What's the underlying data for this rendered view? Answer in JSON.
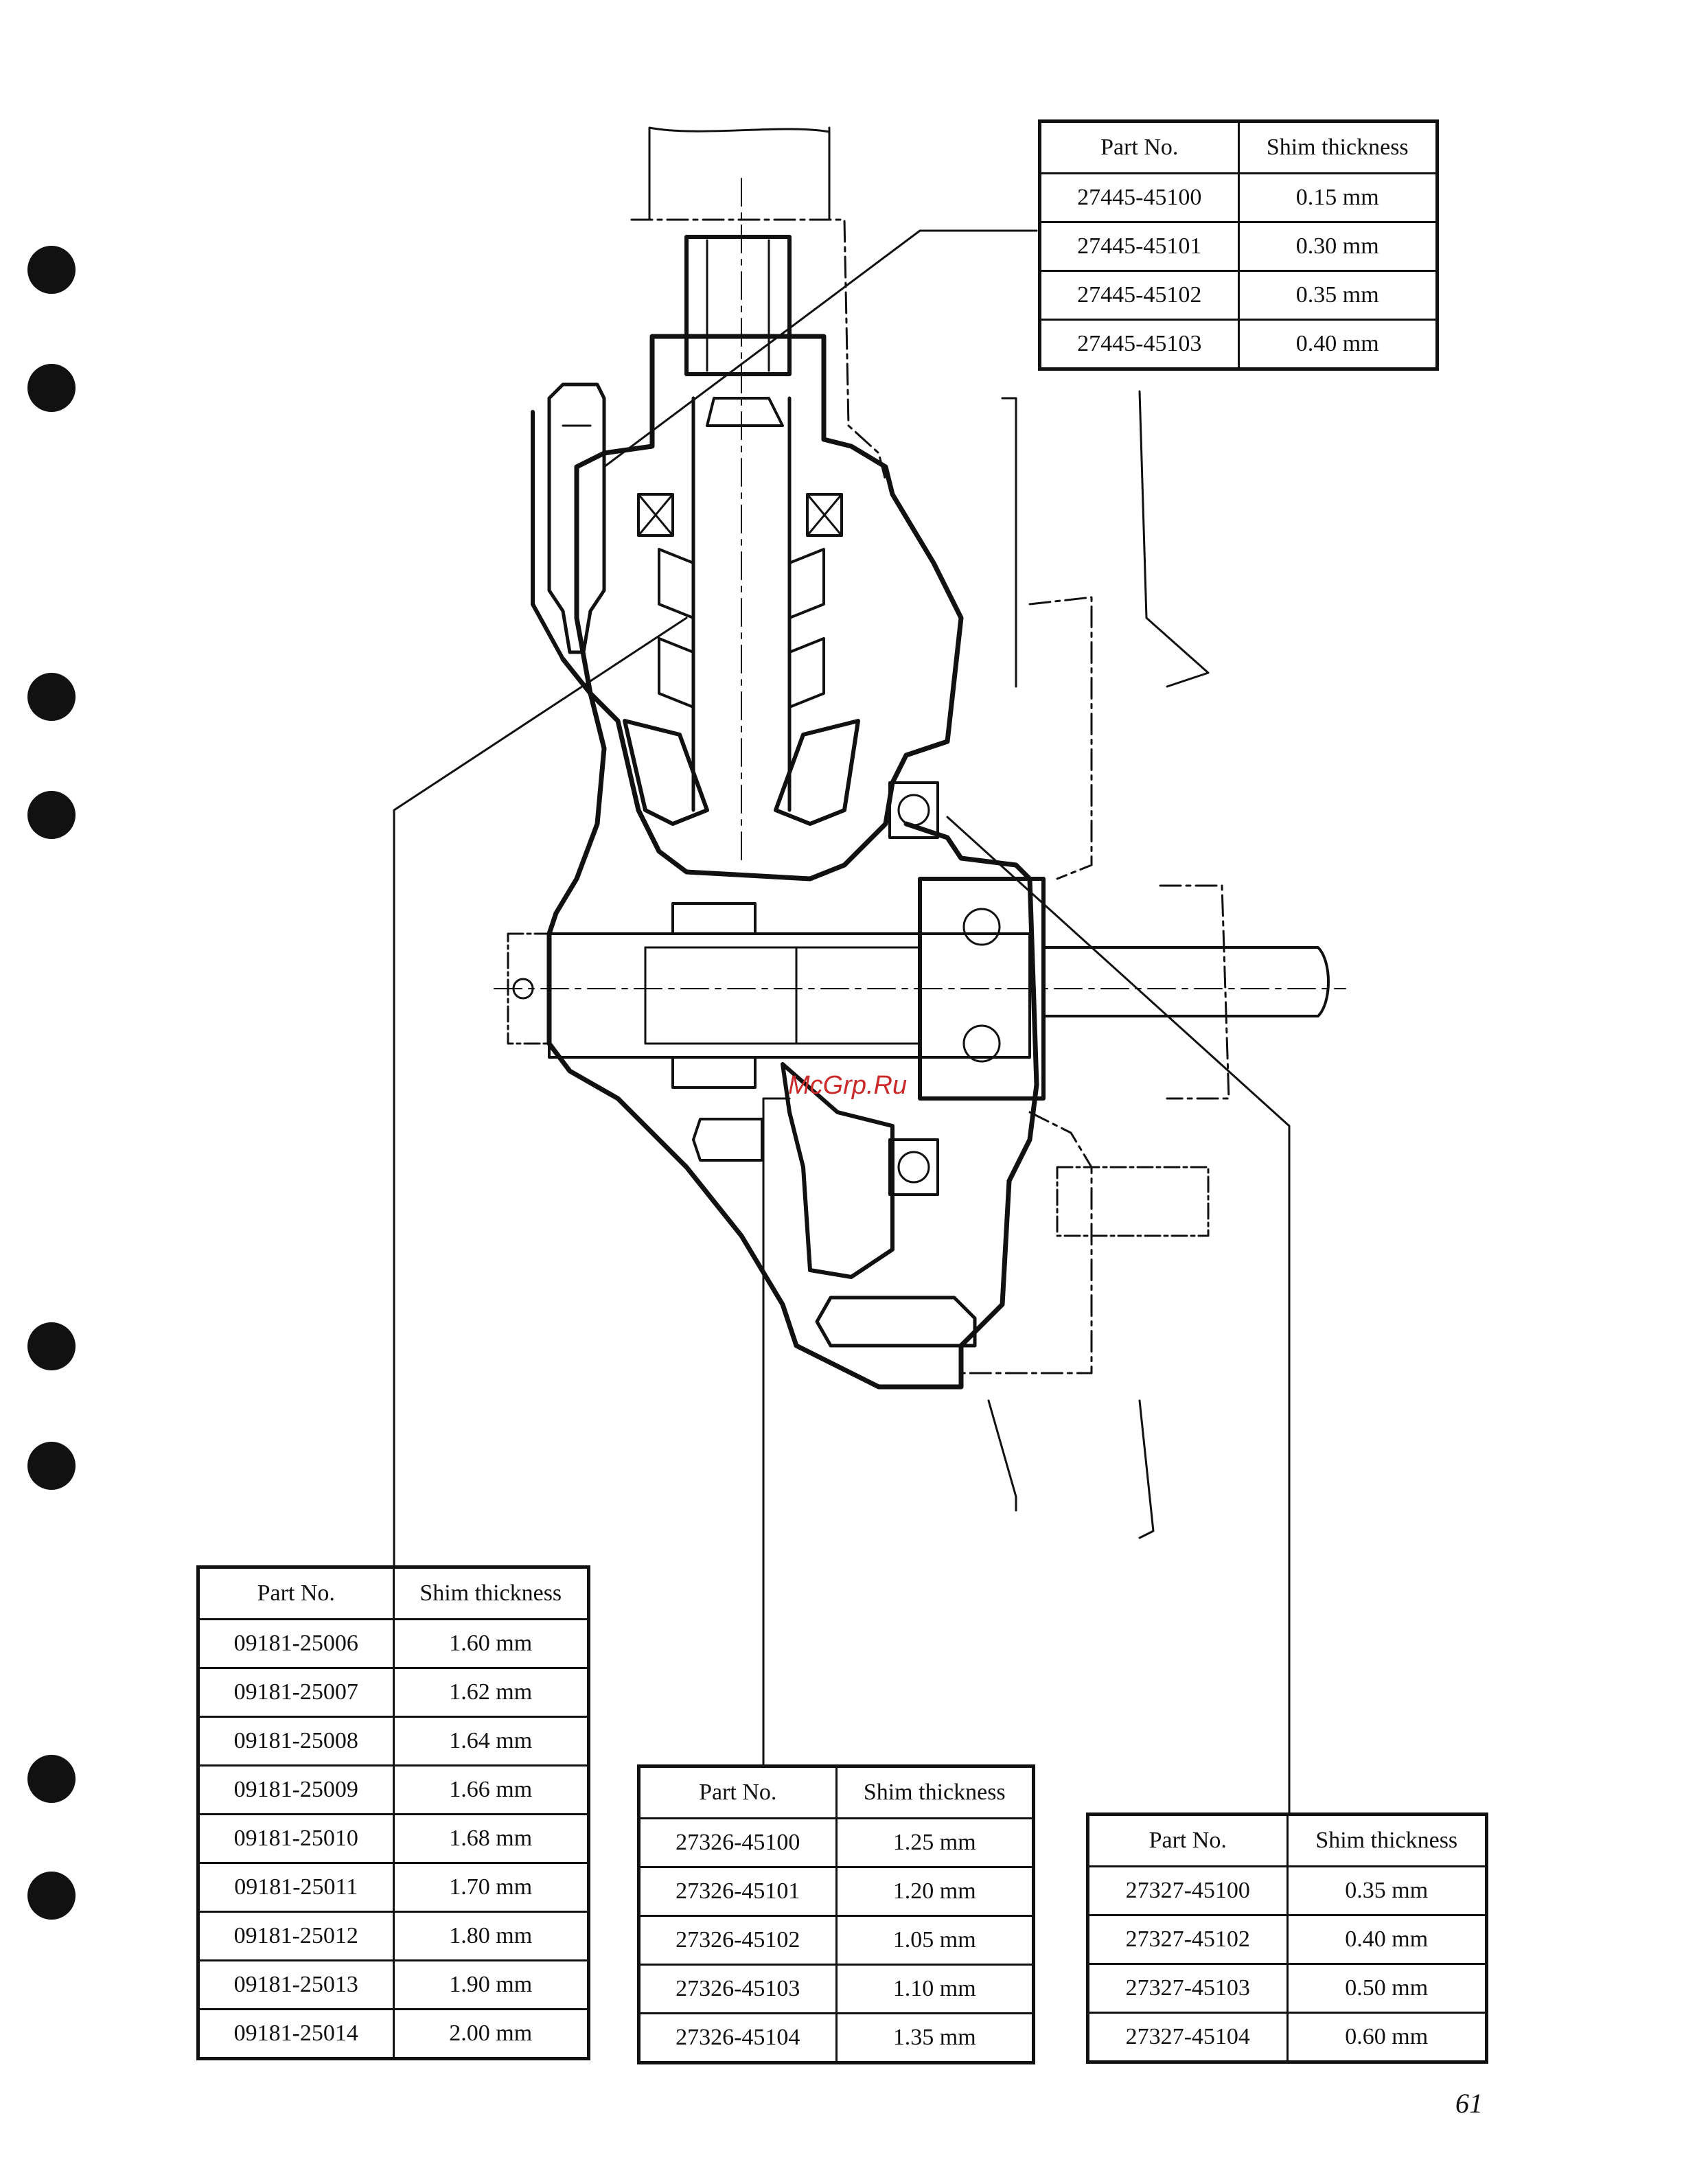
{
  "watermark": "McGrp.Ru",
  "page_number": "61",
  "table_headers": {
    "part": "Part No.",
    "thickness": "Shim thickness"
  },
  "tables": {
    "top": [
      {
        "part": "27445-45100",
        "thickness": "0.15 mm"
      },
      {
        "part": "27445-45101",
        "thickness": "0.30 mm"
      },
      {
        "part": "27445-45102",
        "thickness": "0.35 mm"
      },
      {
        "part": "27445-45103",
        "thickness": "0.40 mm"
      }
    ],
    "left": [
      {
        "part": "09181-25006",
        "thickness": "1.60 mm"
      },
      {
        "part": "09181-25007",
        "thickness": "1.62 mm"
      },
      {
        "part": "09181-25008",
        "thickness": "1.64 mm"
      },
      {
        "part": "09181-25009",
        "thickness": "1.66 mm"
      },
      {
        "part": "09181-25010",
        "thickness": "1.68 mm"
      },
      {
        "part": "09181-25011",
        "thickness": "1.70 mm"
      },
      {
        "part": "09181-25012",
        "thickness": "1.80 mm"
      },
      {
        "part": "09181-25013",
        "thickness": "1.90 mm"
      },
      {
        "part": "09181-25014",
        "thickness": "2.00 mm"
      }
    ],
    "middle": [
      {
        "part": "27326-45100",
        "thickness": "1.25 mm"
      },
      {
        "part": "27326-45101",
        "thickness": "1.20 mm"
      },
      {
        "part": "27326-45102",
        "thickness": "1.05 mm"
      },
      {
        "part": "27326-45103",
        "thickness": "1.10 mm"
      },
      {
        "part": "27326-45104",
        "thickness": "1.35 mm"
      }
    ],
    "right": [
      {
        "part": "27327-45100",
        "thickness": "0.35 mm"
      },
      {
        "part": "27327-45102",
        "thickness": "0.40 mm"
      },
      {
        "part": "27327-45103",
        "thickness": "0.50 mm"
      },
      {
        "part": "27327-45104",
        "thickness": "0.60 mm"
      }
    ]
  }
}
